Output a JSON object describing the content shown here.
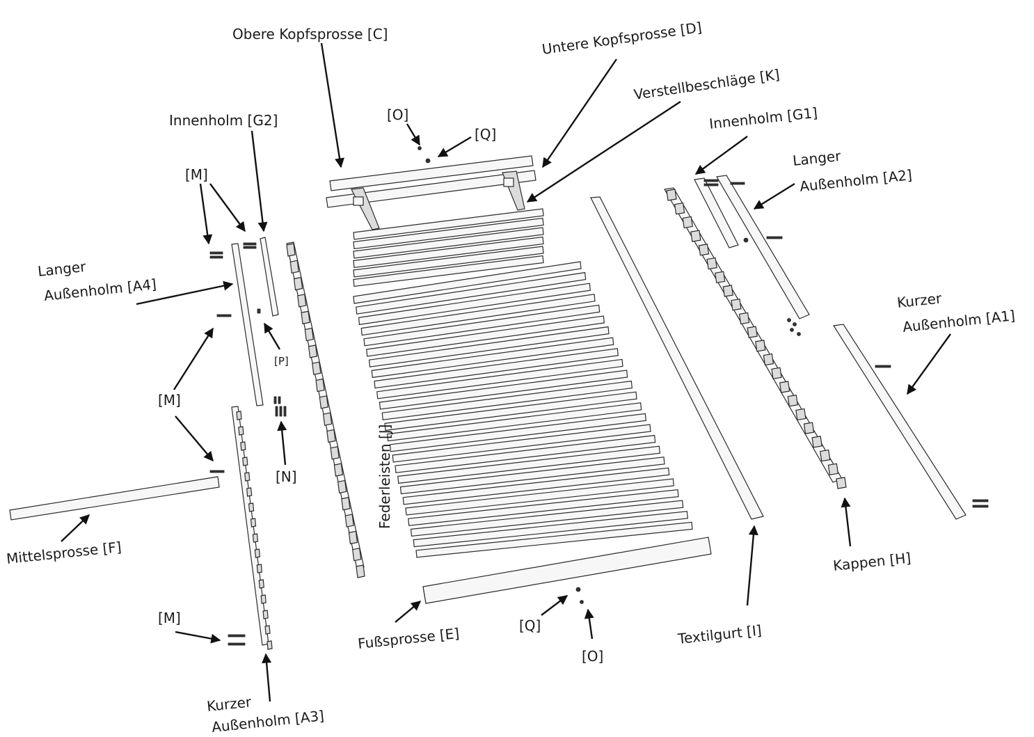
{
  "labels": {
    "obere_kopfsprosse": "Obere Kopfsprosse [C]",
    "untere_kopfsprosse": "Untere Kopfsprosse [D]",
    "verstellbeschlaege": "Verstellbeschläge [K]",
    "innenholm_g1": "Innenholm [G1]",
    "langer_a2_line1": "Langer",
    "langer_a2_line2": "Außenholm [A2]",
    "kurzer_a1_line1": "Kurzer",
    "kurzer_a1_line2": "Außenholm [A1]",
    "kappen": "Kappen [H]",
    "textilgurt": "Textilgurt [I]",
    "o_top": "[O]",
    "q_top": "[Q]",
    "innenholm_g2": "Innenholm [G2]",
    "m_top": "[M]",
    "langer_a4_line1": "Langer",
    "langer_a4_line2": "Außenholm [A4]",
    "p": "[P]",
    "m_mid": "[M]",
    "n": "[N]",
    "federleisten": "Federleisten [J]",
    "mittelsprosse": "Mittelsprosse [F]",
    "m_bottom": "[M]",
    "kurzer_a3_line1": "Kurzer",
    "kurzer_a3_line2": "Außenholm [A3]",
    "fusssprosse": "Fußsprosse [E]",
    "q_bottom": "[Q]",
    "o_bottom": "[O]"
  },
  "colors": {
    "line": "#111111",
    "part_fill": "#f7f7f7",
    "part_shade": "#dcdcdc"
  },
  "slat_count": 31
}
